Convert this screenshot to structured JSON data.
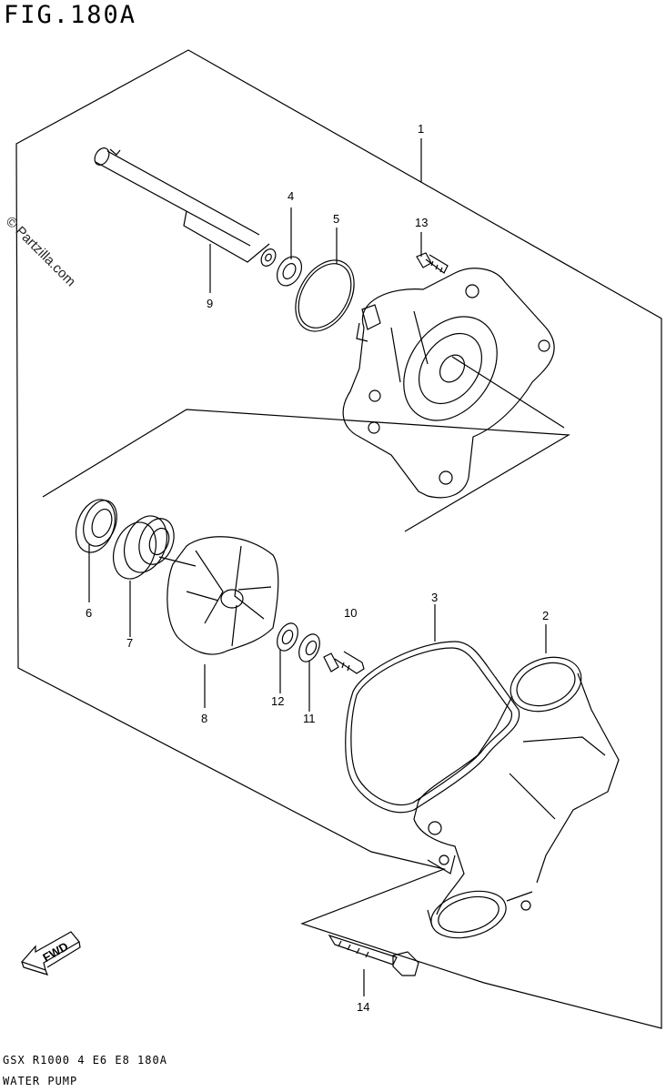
{
  "figure": {
    "title": "FIG.180A",
    "catalog_code": "GSX R1000 4 E6 E8 180A",
    "section_name": "WATER PUMP",
    "watermark": "© Partzilla.com",
    "direction_label": "FWD"
  },
  "callouts": [
    {
      "number": "1",
      "part": "pump-body"
    },
    {
      "number": "2",
      "part": "pump-cover"
    },
    {
      "number": "3",
      "part": "o-ring"
    },
    {
      "number": "4",
      "part": "washer"
    },
    {
      "number": "5",
      "part": "o-ring"
    },
    {
      "number": "6",
      "part": "oil-seal"
    },
    {
      "number": "7",
      "part": "mechanical-seal"
    },
    {
      "number": "8",
      "part": "impeller"
    },
    {
      "number": "9",
      "part": "shaft"
    },
    {
      "number": "10",
      "part": "impeller-group"
    },
    {
      "number": "11",
      "part": "washer"
    },
    {
      "number": "12",
      "part": "washer"
    },
    {
      "number": "13",
      "part": "bolt"
    },
    {
      "number": "14",
      "part": "bolt"
    }
  ]
}
